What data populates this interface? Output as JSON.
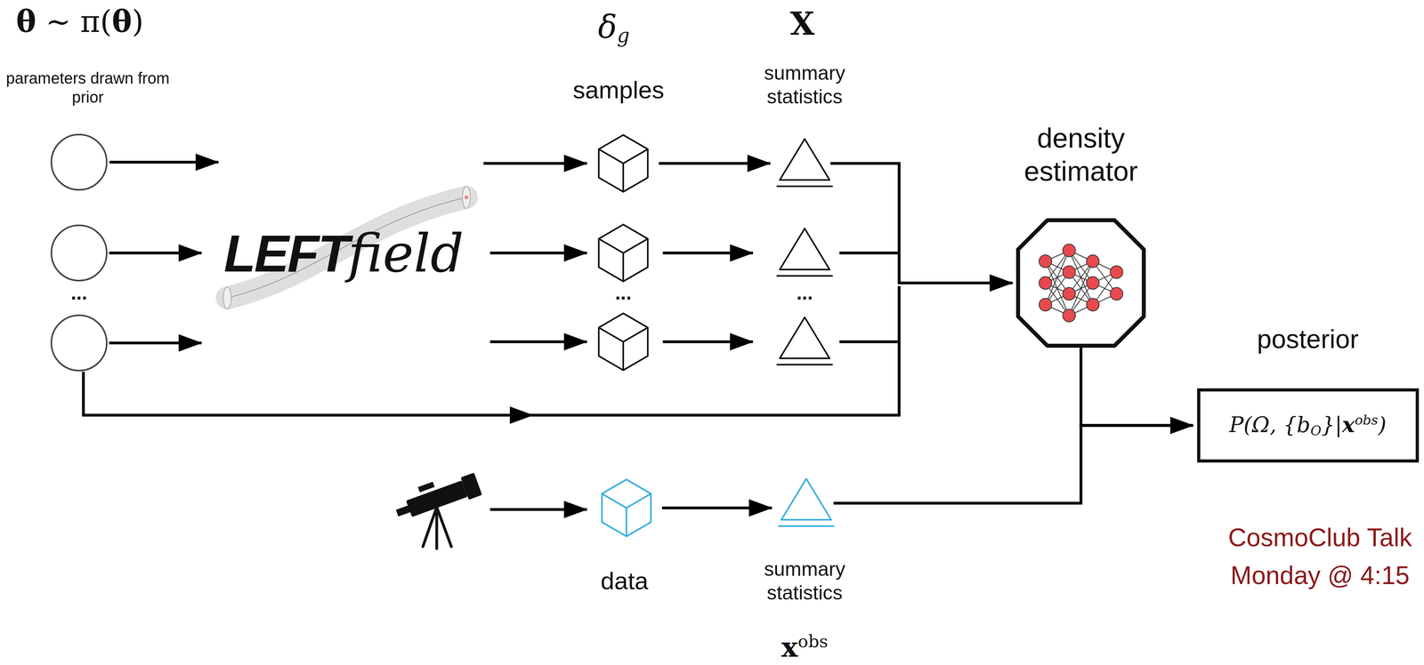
{
  "diagram": {
    "nodes": [
      {
        "text": [
          "θ ∼ π(θ)",
          "parameters drawn from prior"
        ]
      },
      {
        "text": [
          "LEFTfield"
        ]
      },
      {
        "text": [
          "δg",
          "samples"
        ]
      },
      {
        "text": [
          "X",
          "summary statistics"
        ]
      },
      {
        "text": [
          "density estimator"
        ]
      },
      {
        "text": [
          "posterior",
          "P(Ω, {bO}|xobs)"
        ]
      },
      {
        "text": [
          "data"
        ]
      },
      {
        "text": [
          "summary statistics",
          "xobs"
        ]
      }
    ],
    "edges": [
      {
        "from": 0,
        "to": 1,
        "arrow": "to"
      },
      {
        "from": 1,
        "to": 2,
        "arrow": "to"
      },
      {
        "from": 2,
        "to": 3,
        "arrow": "to"
      },
      {
        "from": 3,
        "to": 4,
        "arrow": "to"
      },
      {
        "from": 4,
        "to": 5,
        "arrow": "to"
      },
      {
        "from": 6,
        "to": 7,
        "arrow": "to"
      },
      {
        "from": 7,
        "to": 5,
        "arrow": "to"
      }
    ],
    "labels": [
      "...",
      "...",
      "...",
      "CosmoClub Talk Monday @ 4:15"
    ]
  }
}
